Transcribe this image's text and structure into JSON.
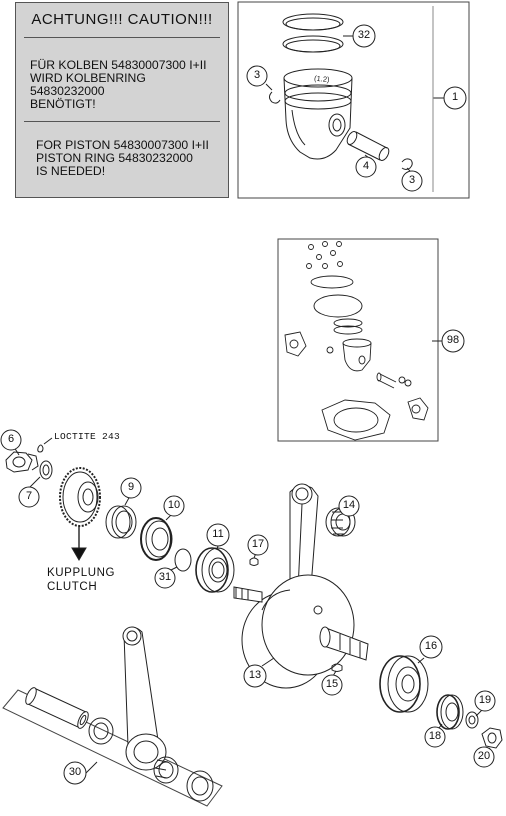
{
  "notice": {
    "heading": "ACHTUNG!!!  CAUTION!!!",
    "german": "FÜR KOLBEN 54830007300 I+II\nWIRD KOLBENRING 54830232000\nBENÖTIGT!",
    "english": "FOR PISTON 54830007300 I+II\nPISTON RING 54830232000\nIS NEEDED!"
  },
  "piston_marking": "(1.2)",
  "loctite_label": "LOCTITE 243",
  "clutch_label": "KUPPLUNG\nCLUTCH",
  "callouts": {
    "c1": "1",
    "c3a": "3",
    "c3b": "3",
    "c4": "4",
    "c32": "32",
    "c98": "98",
    "c6": "6",
    "c7": "7",
    "c9": "9",
    "c10": "10",
    "c11": "11",
    "c13": "13",
    "c14": "14",
    "c15": "15",
    "c16": "16",
    "c17": "17",
    "c18": "18",
    "c19": "19",
    "c20": "20",
    "c30": "30",
    "c31": "31"
  },
  "colors": {
    "line": "#222222",
    "notice_bg": "#d3d3d3",
    "frame": "#555555"
  }
}
